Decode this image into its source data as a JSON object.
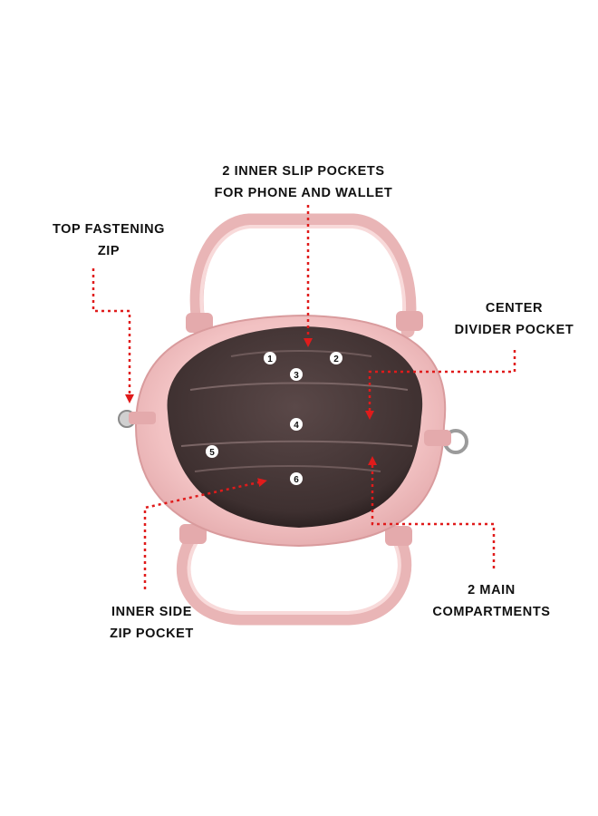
{
  "annotations": {
    "slip_pockets": {
      "line1": "2 INNER SLIP POCKETS",
      "line2": "FOR PHONE AND WALLET"
    },
    "top_zip": {
      "line1": "TOP FASTENING",
      "line2": "ZIP"
    },
    "center_divider": {
      "line1": "CENTER",
      "line2": "DIVIDER POCKET"
    },
    "inner_side_zip": {
      "line1": "INNER SIDE",
      "line2": "ZIP POCKET"
    },
    "main_compartments": {
      "line1": "2 MAIN",
      "line2": "COMPARTMENTS"
    }
  },
  "pocket_numbers": [
    "1",
    "2",
    "3",
    "4",
    "5",
    "6"
  ],
  "colors": {
    "bag_pink": "#f2c4c4",
    "bag_pink_dark": "#e0a9aa",
    "lining": "#4a3a3a",
    "lining_dark": "#2b2020",
    "arrow_red": "#e01b1b",
    "text": "#111111"
  }
}
